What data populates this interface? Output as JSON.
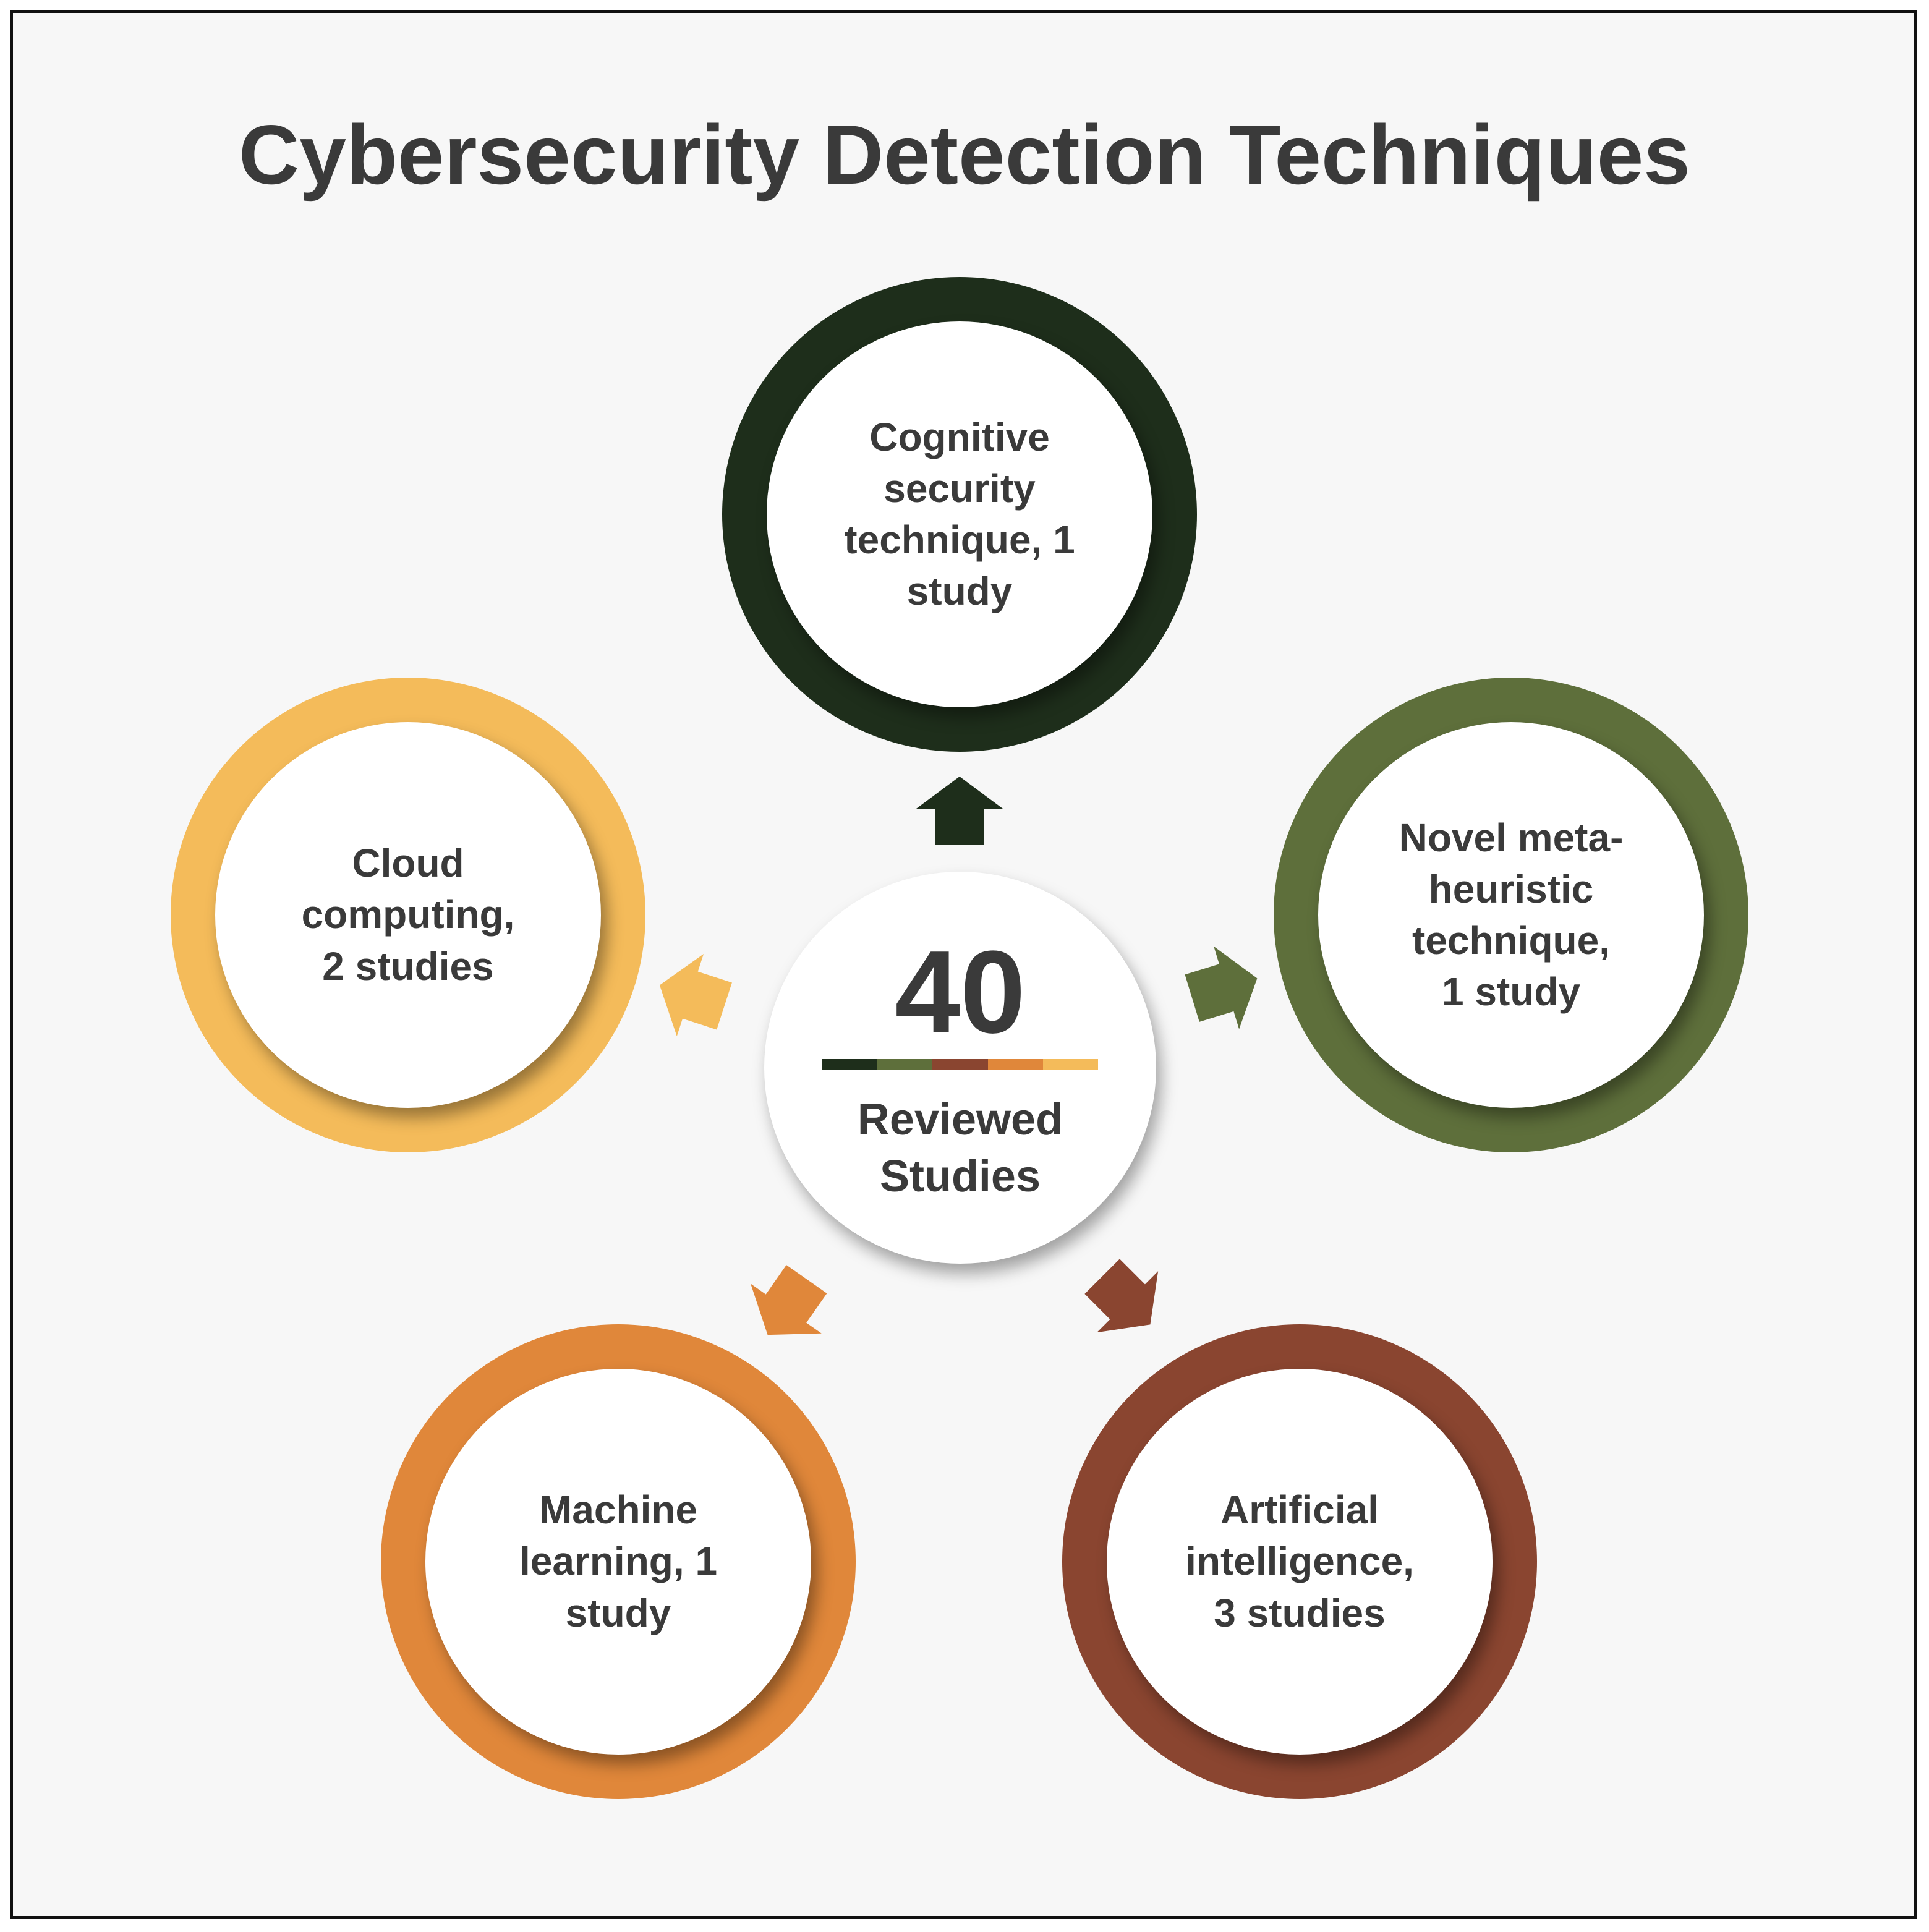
{
  "title": "Cybersecurity Detection Techniques",
  "center": {
    "number": "40",
    "label": "Reviewed\nStudies"
  },
  "nodes": [
    {
      "id": "cognitive",
      "label": "Cognitive\nsecurity\ntechnique, 1\nstudy",
      "color": "#1e2e1b"
    },
    {
      "id": "metaheuristic",
      "label": "Novel meta-\nheuristic\ntechnique,\n1 study",
      "color": "#5e6f3b"
    },
    {
      "id": "ai",
      "label": "Artificial\nintelligence,\n3 studies",
      "color": "#8a4530"
    },
    {
      "id": "ml",
      "label": "Machine\nlearning, 1\nstudy",
      "color": "#e0873a"
    },
    {
      "id": "cloud",
      "label": "Cloud\ncomputing,\n2 studies",
      "color": "#f4bb5a"
    }
  ],
  "legend_colors": [
    "#1e2e1b",
    "#5e6f3b",
    "#8a4530",
    "#e0873a",
    "#f4bb5a"
  ]
}
